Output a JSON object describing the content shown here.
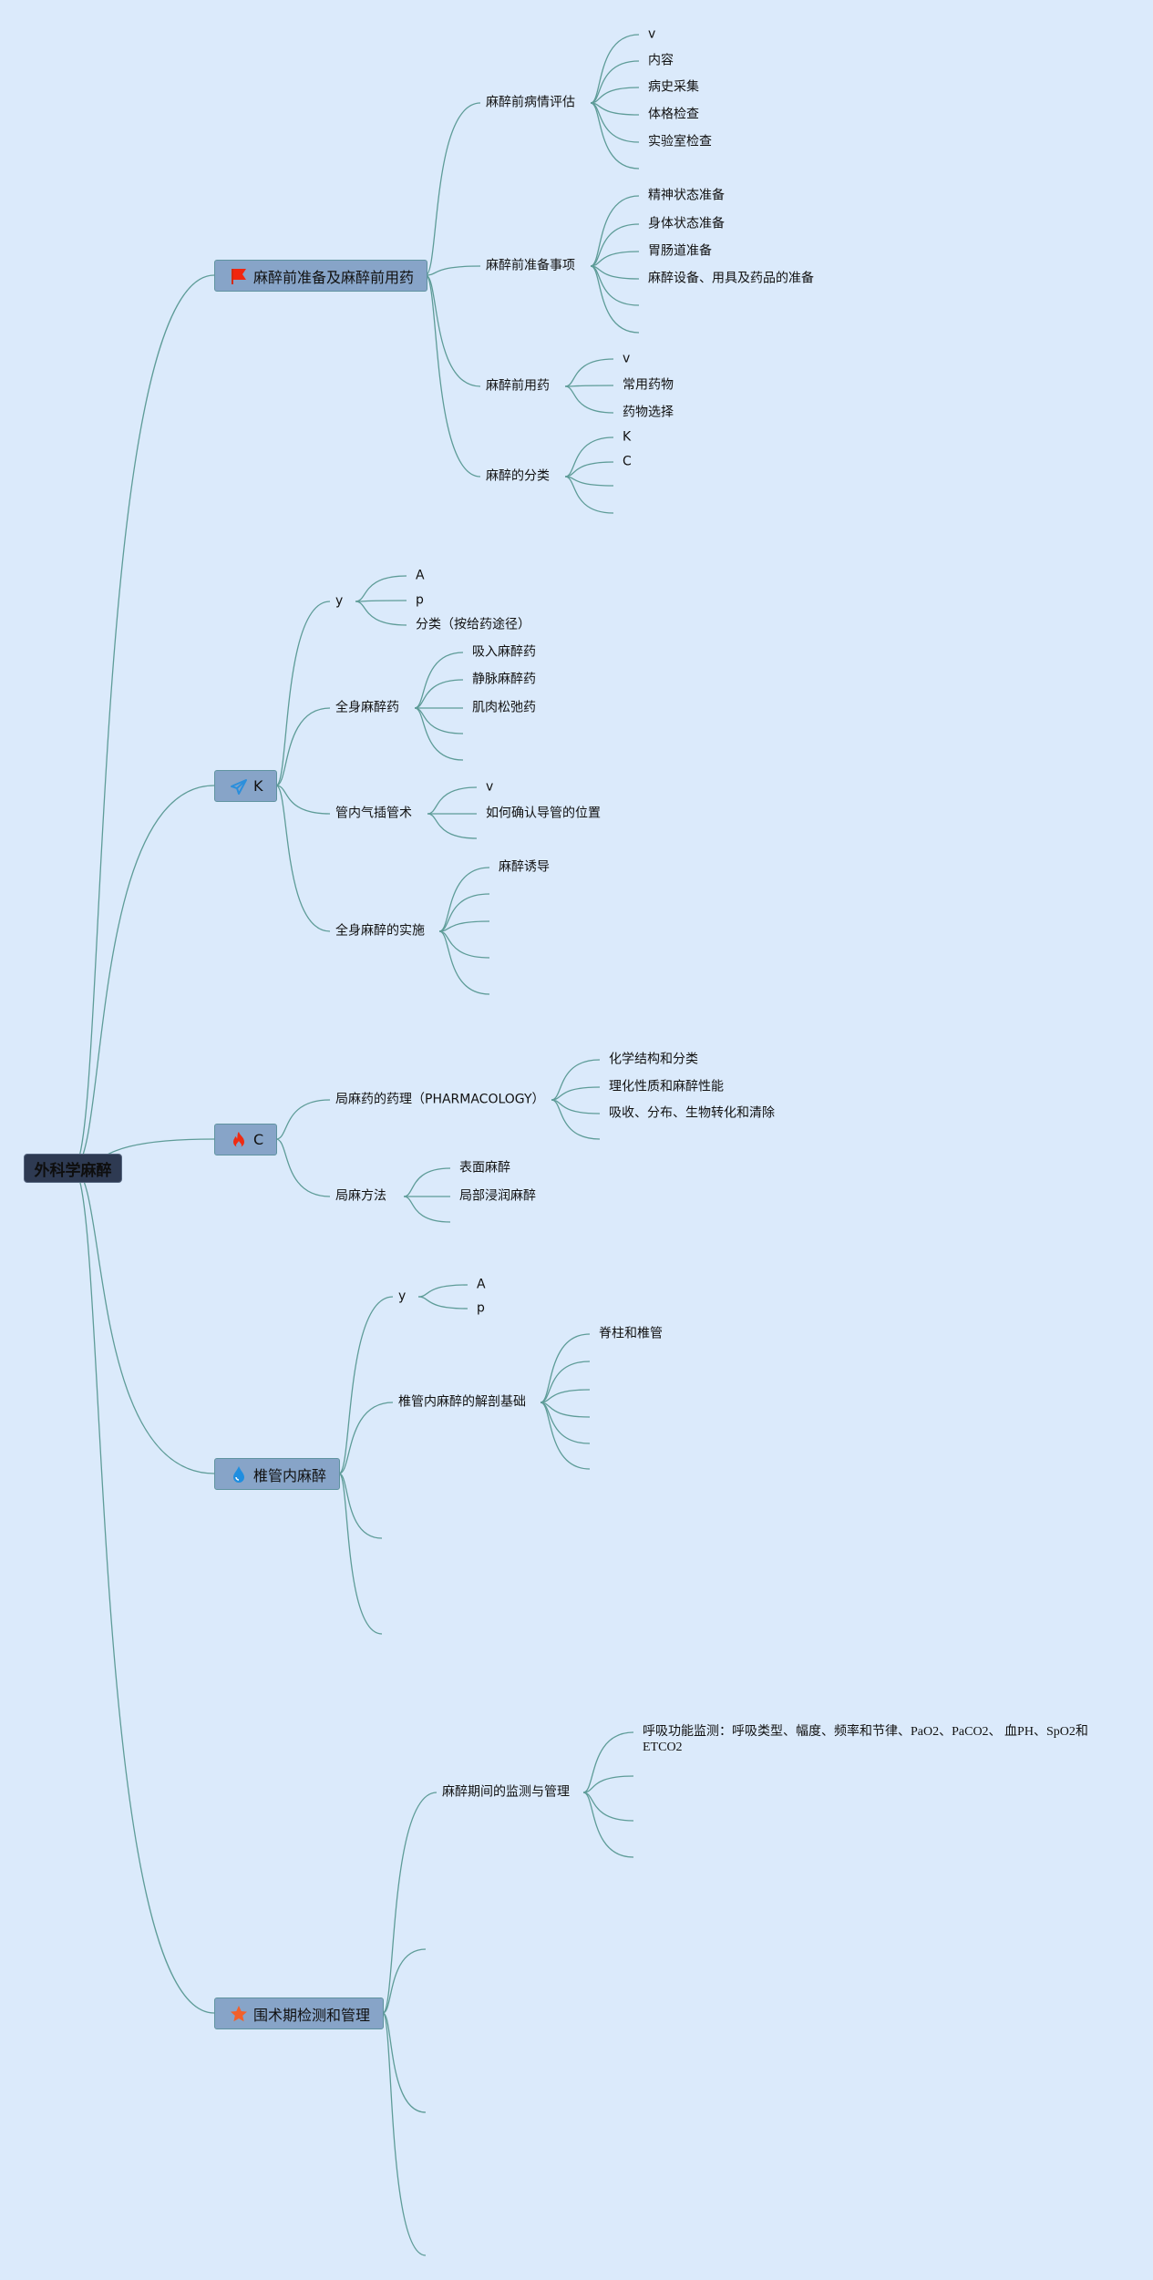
{
  "root": {
    "label": "外科学麻醉"
  },
  "colors": {
    "background": "#dbeafb",
    "line": "#5e9c98",
    "branch_box": "#87a4c8",
    "root_box": "#2e3a52"
  },
  "branches": [
    {
      "label": "麻醉前准备及麻醉前用药",
      "icon": "flag-icon",
      "children": [
        {
          "label": "麻醉前病情评估",
          "children": [
            "v",
            "内容",
            "病史采集",
            "体格检查",
            "实验室检查",
            ""
          ]
        },
        {
          "label": "麻醉前准备事项",
          "children": [
            "精神状态准备",
            "身体状态准备",
            "胃肠道准备",
            "麻醉设备、用具及药品的准备",
            "",
            ""
          ]
        },
        {
          "label": "麻醉前用药",
          "children": [
            "v",
            "常用药物",
            "药物选择"
          ]
        },
        {
          "label": "麻醉的分类",
          "children": [
            "K",
            "C",
            "",
            ""
          ]
        }
      ]
    },
    {
      "label": "K",
      "icon": "paper-plane-icon",
      "children": [
        {
          "label": "y",
          "children": [
            "A",
            "p",
            "分类（按给药途径）"
          ]
        },
        {
          "label": "全身麻醉药",
          "children": [
            "吸入麻醉药",
            "静脉麻醉药",
            "肌肉松弛药",
            "",
            ""
          ]
        },
        {
          "label": "管内气插管术",
          "children": [
            "v",
            "如何确认导管的位置",
            ""
          ]
        },
        {
          "label": "全身麻醉的实施",
          "children": [
            "麻醉诱导",
            "",
            "",
            "",
            ""
          ]
        }
      ]
    },
    {
      "label": "C",
      "icon": "fire-icon",
      "children": [
        {
          "label": "局麻药的药理（PHARMACOLOGY）",
          "children": [
            "化学结构和分类",
            "理化性质和麻醉性能",
            "吸收、分布、生物转化和清除",
            ""
          ]
        },
        {
          "label": "局麻方法",
          "children": [
            "表面麻醉",
            "局部浸润麻醉",
            ""
          ]
        }
      ]
    },
    {
      "label": "椎管内麻醉",
      "icon": "water-drop-icon",
      "children": [
        {
          "label": "y",
          "children": [
            "A",
            "p"
          ]
        },
        {
          "label": "椎管内麻醉的解剖基础",
          "children": [
            "脊柱和椎管",
            "",
            "",
            "",
            "",
            ""
          ]
        },
        {
          "label": "",
          "children": []
        },
        {
          "label": "",
          "children": []
        }
      ]
    },
    {
      "label": "围术期检测和管理",
      "icon": "star-icon",
      "children": [
        {
          "label": "麻醉期间的监测与管理",
          "children": [
            "呼吸功能监测：呼吸类型、幅度、频率和节律、PaO2、PaCO2、 血PH、SpO2和ETCO2",
            "",
            "",
            ""
          ]
        },
        {
          "label": "",
          "children": []
        },
        {
          "label": "",
          "children": []
        },
        {
          "label": "",
          "children": []
        }
      ]
    }
  ]
}
